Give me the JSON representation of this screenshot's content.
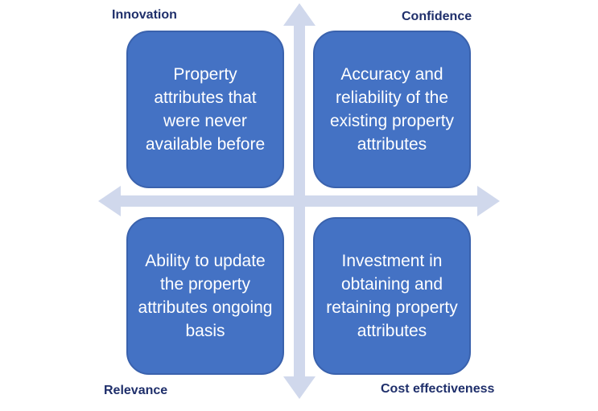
{
  "labels": {
    "top_left": "Innovation",
    "top_right": "Confidence",
    "bottom_left": "Relevance",
    "bottom_right": "Cost effectiveness"
  },
  "quadrants": {
    "top_left": "Property attributes that were never available before",
    "top_right": "Accuracy and reliability of the existing property attributes",
    "bottom_left": "Ability to update the property attributes ongoing basis",
    "bottom_right": "Investment in obtaining and retaining property attributes"
  },
  "colors": {
    "box_fill": "#4472c4",
    "arrow_fill": "#d0d8ec",
    "label_text": "#1f2f6b"
  }
}
